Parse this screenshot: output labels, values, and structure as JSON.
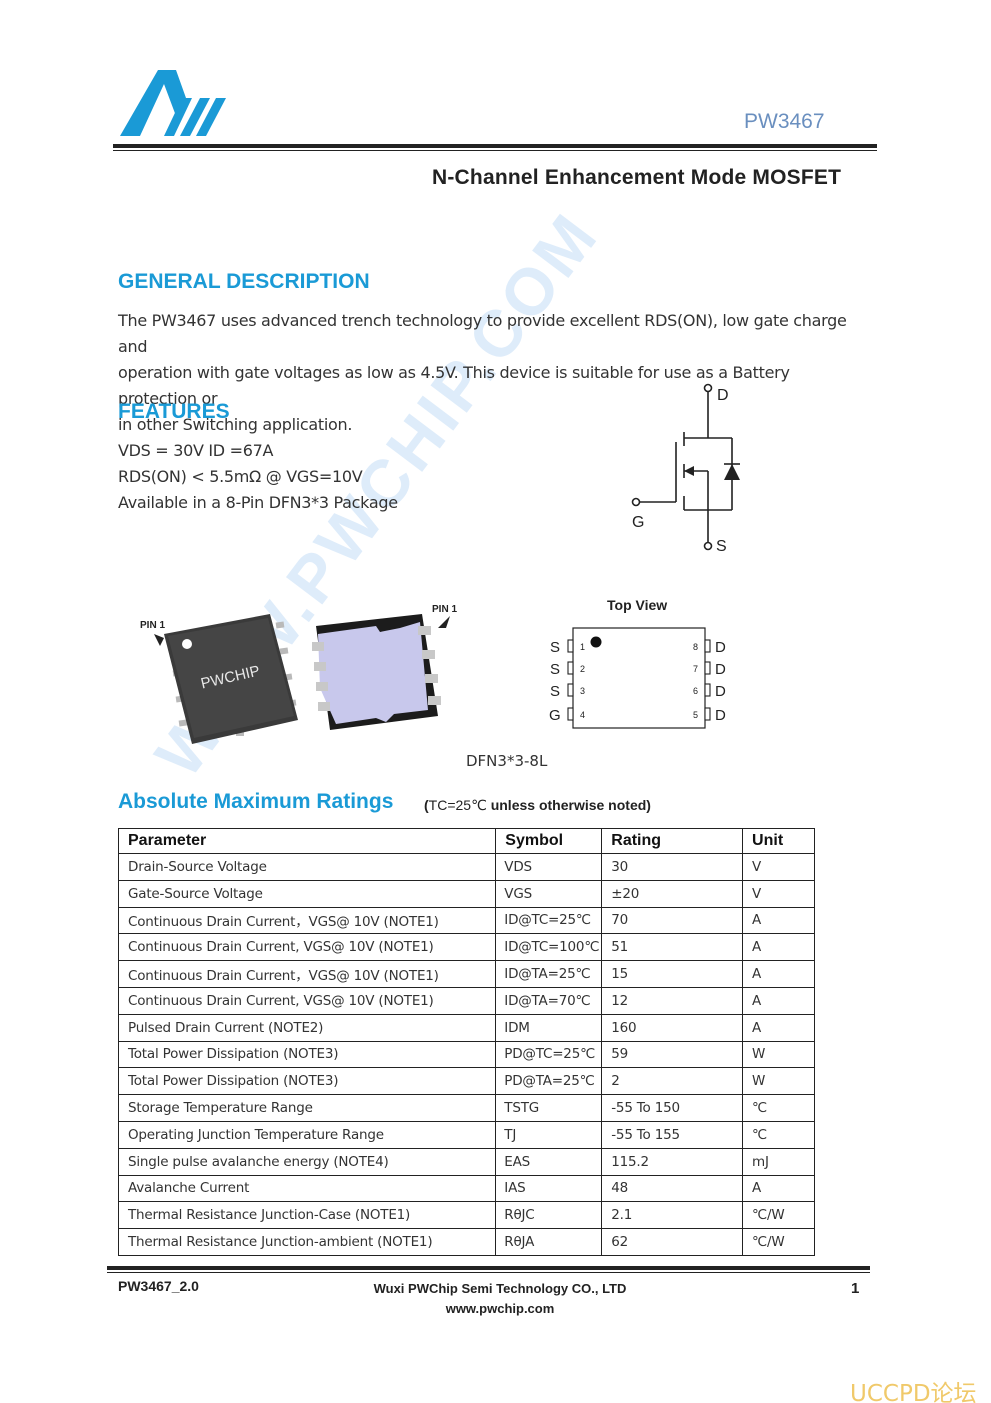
{
  "header": {
    "part_number": "PW3467",
    "title": "N-Channel Enhancement Mode MOSFET"
  },
  "colors": {
    "accent": "#1a9ad6",
    "part_number": "#6a8fbf"
  },
  "general_description": {
    "heading": "GENERAL DESCRIPTION",
    "lines": [
      "The PW3467 uses advanced trench technology to provide excellent RDS(ON), low gate charge and",
      "operation with gate voltages as low as 4.5V. This device is suitable for use as a Battery protection or",
      "in other Switching application."
    ]
  },
  "features": {
    "heading": "FEATURES",
    "items": [
      "VDS = 30V ID =67A",
      "RDS(ON) < 5.5mΩ @ VGS=10V",
      "Available in a 8-Pin DFN3*3 Package"
    ]
  },
  "schematic": {
    "drain": "D",
    "gate": "G",
    "source": "S"
  },
  "package": {
    "front_pin_label": "PIN 1",
    "front_marking": "PWCHIP",
    "back_pin_label": "PIN 1",
    "top_view_title": "Top View",
    "left_pins": [
      {
        "name": "S",
        "num": "1"
      },
      {
        "name": "S",
        "num": "2"
      },
      {
        "name": "S",
        "num": "3"
      },
      {
        "name": "G",
        "num": "4"
      }
    ],
    "right_pins": [
      {
        "name": "D",
        "num": "8"
      },
      {
        "name": "D",
        "num": "7"
      },
      {
        "name": "D",
        "num": "6"
      },
      {
        "name": "D",
        "num": "5"
      }
    ],
    "caption": "DFN3*3-8L"
  },
  "ratings": {
    "heading": "Absolute Maximum Ratings",
    "note_prefix": "(",
    "note_cond": "TC=25℃",
    "note_rest": " unless otherwise noted)",
    "columns": [
      "Parameter",
      "Symbol",
      "Rating",
      "Unit"
    ],
    "rows": [
      {
        "param": "Drain-Source Voltage",
        "sym": "VDS",
        "rating": "30",
        "unit": "V"
      },
      {
        "param": "Gate-Source Voltage",
        "sym": "VGS",
        "rating": "±20",
        "unit": "V"
      },
      {
        "param": "Continuous Drain Current，VGS@ 10V (NOTE1)",
        "sym": "ID@TC=25℃",
        "rating": "70",
        "unit": "A"
      },
      {
        "param": "Continuous Drain Current, VGS@ 10V (NOTE1)",
        "sym": "ID@TC=100℃",
        "rating": "51",
        "unit": "A"
      },
      {
        "param": "Continuous Drain Current，VGS@ 10V (NOTE1)",
        "sym": "ID@TA=25℃",
        "rating": "15",
        "unit": "A"
      },
      {
        "param": "Continuous Drain Current, VGS@ 10V (NOTE1)",
        "sym": "ID@TA=70℃",
        "rating": "12",
        "unit": "A"
      },
      {
        "param": "Pulsed Drain Current (NOTE2)",
        "sym": "IDM",
        "rating": "160",
        "unit": "A"
      },
      {
        "param": "Total Power Dissipation (NOTE3)",
        "sym": "PD@TC=25℃",
        "rating": "59",
        "unit": "W"
      },
      {
        "param": "Total Power Dissipation (NOTE3)",
        "sym": "PD@TA=25℃",
        "rating": "2",
        "unit": "W"
      },
      {
        "param": "Storage Temperature Range",
        "sym": "TSTG",
        "rating": "-55 To 150",
        "unit": "℃"
      },
      {
        "param": "Operating Junction Temperature Range",
        "sym": "TJ",
        "rating": "-55 To 155",
        "unit": "℃"
      },
      {
        "param": "Single pulse avalanche energy (NOTE4)",
        "sym": "EAS",
        "rating": "115.2",
        "unit": "mJ"
      },
      {
        "param": "Avalanche Current",
        "sym": "IAS",
        "rating": "48",
        "unit": "A"
      },
      {
        "param": "Thermal Resistance Junction-Case     (NOTE1)",
        "sym": "RθJC",
        "rating": "2.1",
        "unit": "℃/W"
      },
      {
        "param": "Thermal Resistance Junction-ambient     (NOTE1)",
        "sym": "RθJA",
        "rating": "62",
        "unit": "℃/W"
      }
    ]
  },
  "footer": {
    "doc_id": "PW3467_2.0",
    "company": "Wuxi PWChip Semi Technology CO., LTD",
    "website": "www.pwchip.com",
    "page": "1"
  },
  "watermark": "WWW.PWCHIP.COM",
  "forum_mark": "UCCPD论坛"
}
